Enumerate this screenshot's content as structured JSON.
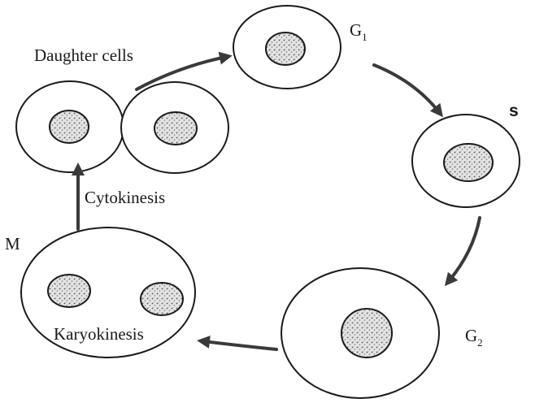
{
  "diagram": {
    "labels": {
      "daughter_cells": "Daughter cells",
      "g1": "G",
      "g1_sub": "1",
      "s": "s",
      "g2": "G",
      "g2_sub": "2",
      "m": "M",
      "cytokinesis": "Cytokinesis",
      "karyokinesis": "Karyokinesis"
    },
    "colors": {
      "ink": "#1a1a1a",
      "arrow": "#3a3a3a",
      "cell_fill": "#ffffff",
      "nucleus_fill": "#d9d9d9"
    }
  }
}
